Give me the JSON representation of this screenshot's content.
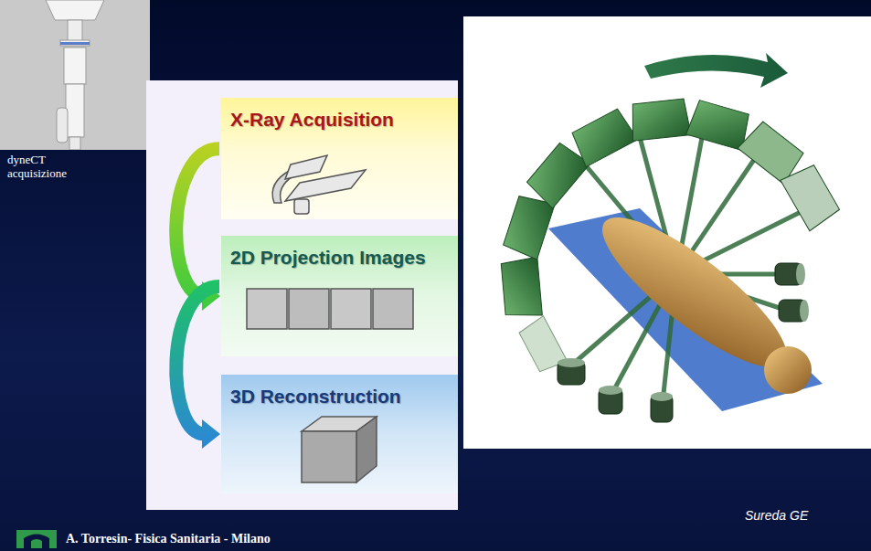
{
  "diagram": {
    "nodes": [
      {
        "text": [
          "X-Ray Acquisition"
        ]
      },
      {
        "text": [
          "2D Projection Images"
        ]
      },
      {
        "text": [
          "3D Reconstruction"
        ]
      }
    ],
    "edges": [
      {
        "from": 0,
        "to": 1,
        "arrow": "to"
      },
      {
        "from": 1,
        "to": 2,
        "arrow": "to"
      }
    ],
    "labels": [
      "dyneCT acquisizione",
      "Sureda GE",
      "A. Torresin- Fisica Sanitaria - Milano"
    ]
  }
}
